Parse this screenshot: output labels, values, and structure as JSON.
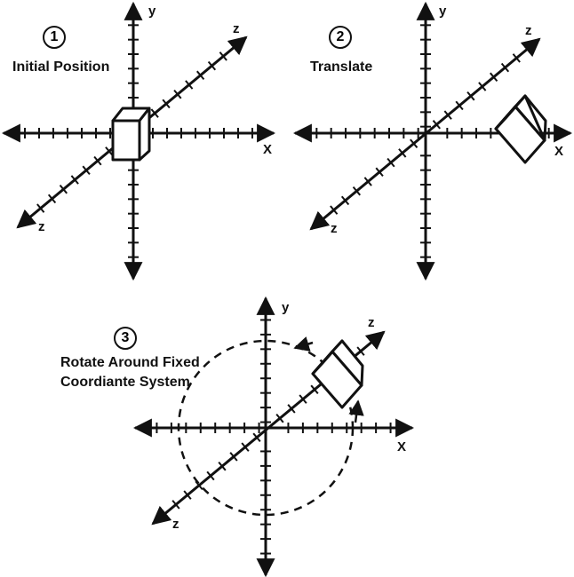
{
  "panels": [
    {
      "number": "1",
      "caption_lines": [
        "Initial Position"
      ],
      "axis_labels": {
        "x": "X",
        "y": "y",
        "z_pos": "z",
        "z_neg": "z"
      }
    },
    {
      "number": "2",
      "caption_lines": [
        "Translate"
      ],
      "axis_labels": {
        "x": "X",
        "y": "y",
        "z_pos": "z",
        "z_neg": "z"
      }
    },
    {
      "number": "3",
      "caption_lines": [
        "Rotate Around Fixed",
        "Coordiante System"
      ],
      "axis_labels": {
        "x": "X",
        "y": "y",
        "z_pos": "z",
        "z_neg": "z"
      }
    }
  ],
  "colors": {
    "ink": "#111111",
    "background": "#ffffff"
  }
}
